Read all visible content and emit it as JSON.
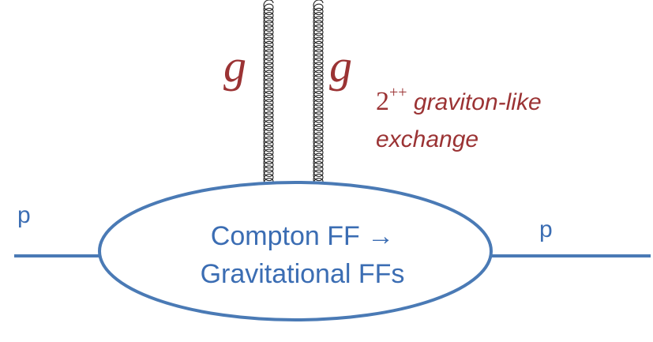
{
  "diagram": {
    "incoming_label": "p",
    "outgoing_label": "p",
    "gluon_left_label": "g",
    "gluon_right_label": "g",
    "exchange": {
      "spin": "2",
      "parity": "++",
      "line1": "graviton-like",
      "line2": "exchange"
    },
    "blob": {
      "line1": "Compton FF →",
      "line2": "Gravitational FFs"
    }
  },
  "colors": {
    "line": "#4a7ab5",
    "text": "#3b6db3",
    "accent": "#9b3334",
    "gluon": "#222222"
  }
}
